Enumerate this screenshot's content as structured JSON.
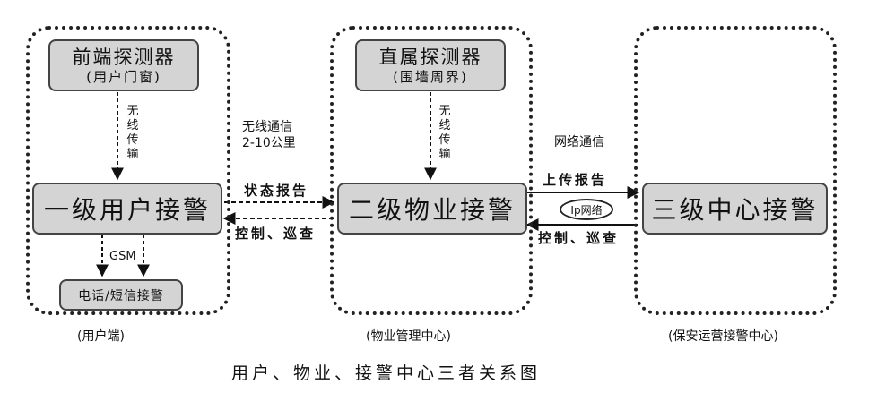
{
  "title": "用户、物业、接警中心三者关系图",
  "left": {
    "detector_title": "前端探测器",
    "detector_sub": "(用户门窗)",
    "wireless_vertical": "无线传输",
    "level1": "一级用户接警",
    "gsm": "GSM",
    "phone_sms": "电话/短信接警"
  },
  "middle": {
    "detector_title": "直属探测器",
    "detector_sub": "(围墙周界)",
    "wireless_vertical": "无线传输",
    "level2": "二级物业接警"
  },
  "right": {
    "level3": "三级中心接警"
  },
  "links": {
    "left_mid": {
      "title": "无线通信",
      "range": "2-10公里",
      "forward": "状态报告",
      "backward": "控制、巡查"
    },
    "mid_right": {
      "title": "网络通信",
      "forward": "上传报告",
      "node": "Ip网络",
      "backward": "控制、巡查"
    }
  },
  "captions": {
    "left": "(用户端)",
    "middle": "(物业管理中心)",
    "right": "(保安运营接警中心)"
  }
}
